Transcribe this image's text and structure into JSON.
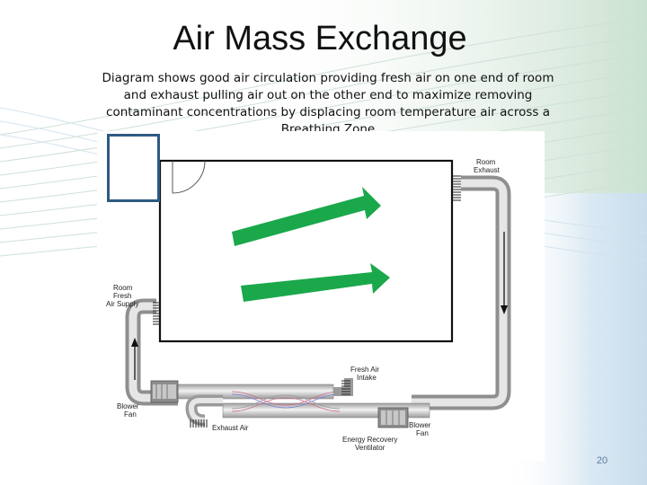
{
  "slide": {
    "title": "Air Mass Exchange",
    "subtitle": "Diagram shows good air circulation providing fresh air on one end of room and exhaust pulling air out on the other end to maximize removing contaminant concentrations by displacing room temperature air across a Breathing Zone",
    "page_number": "20"
  },
  "diagram": {
    "labels": {
      "room_exhaust_1": "Room",
      "room_exhaust_2": "Exhaust",
      "room_fresh_1": "Room",
      "room_fresh_2": "Fresh",
      "room_fresh_3": "Air Supply",
      "fresh_intake_1": "Fresh Air",
      "fresh_intake_2": "Intake",
      "blower_left_1": "Blower",
      "blower_left_2": "Fan",
      "exhaust_air": "Exhaust Air",
      "blower_right_1": "Blower",
      "blower_right_2": "Fan",
      "erv_1": "Energy Recovery",
      "erv_2": "Ventilator"
    },
    "colors": {
      "arrow_green": "#1aa84b",
      "duct_gray": "#bdbdbd",
      "theme_blue": "#2f5a83"
    }
  }
}
